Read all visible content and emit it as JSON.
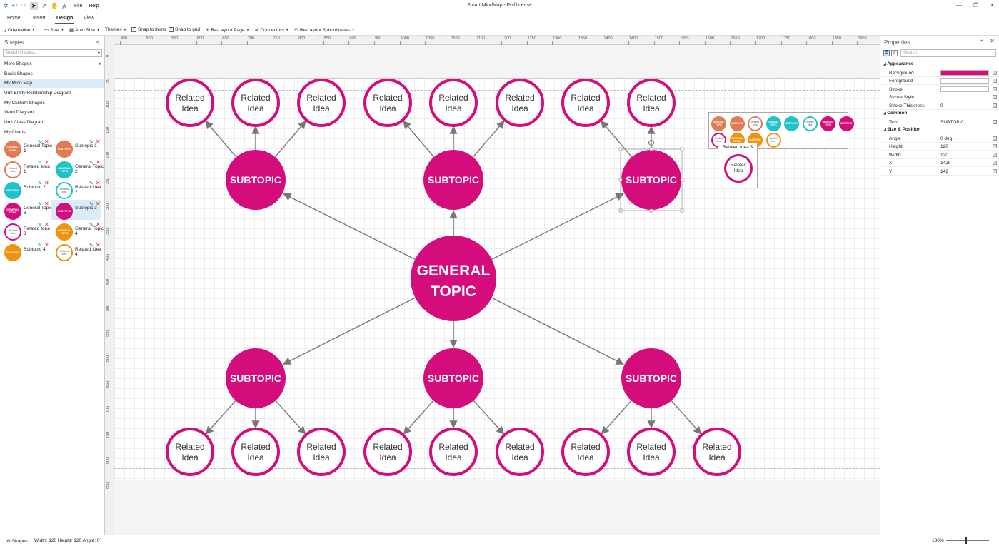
{
  "window": {
    "title": "Smart MindMap - Full license",
    "menu_file": "File",
    "menu_help": "Help",
    "text_tool": "A"
  },
  "ribbon_tabs": [
    {
      "label": "Home"
    },
    {
      "label": "Insert"
    },
    {
      "label": "Design"
    },
    {
      "label": "View"
    }
  ],
  "toolbar": {
    "orientation": "Orientation",
    "size": "Size",
    "auto_size": "Auto Size",
    "themes": "Themes",
    "snap_items": "Snap to items",
    "snap_grid": "Snap to grid",
    "relayout_page": "Re-Layout Page",
    "connectors": "Connectors",
    "relayout_subordinates": "Re-Layout Subordinates"
  },
  "shapes_panel": {
    "title": "Shapes",
    "search_placeholder": "Search shapes...",
    "categories": [
      {
        "label": "More Shapes"
      },
      {
        "label": "Basic Shapes"
      },
      {
        "label": "My Mind Map"
      },
      {
        "label": "Uml Entity Relationship Diagram"
      },
      {
        "label": "My Custom Shapes"
      },
      {
        "label": "Venn Diagram"
      },
      {
        "label": "Uml Class Diagram"
      },
      {
        "label": "My Charts"
      }
    ],
    "items": [
      {
        "label": "General Topic 1",
        "thumb": "GENERAL TOPIC",
        "color": "#e07b52",
        "style": "fill"
      },
      {
        "label": "Subtopic 1",
        "thumb": "SUBTOPIC",
        "color": "#e07b52",
        "style": "fill"
      },
      {
        "label": "Related Idea 1",
        "thumb": "Related Idea",
        "color": "#e07b52",
        "style": "ring"
      },
      {
        "label": "General Topic 2",
        "thumb": "GENERAL TOPIC",
        "color": "#1cc3c8",
        "style": "fill"
      },
      {
        "label": "Subtopic 2",
        "thumb": "SUBTOPIC",
        "color": "#1cc3c8",
        "style": "fill"
      },
      {
        "label": "Related Idea 2",
        "thumb": "Related Idea",
        "color": "#1cc3c8",
        "style": "ring"
      },
      {
        "label": "General Topic 3",
        "thumb": "GENERAL TOPIC",
        "color": "#d40c7c",
        "style": "fill"
      },
      {
        "label": "Subtopic 3",
        "thumb": "SUBTOPIC",
        "color": "#d40c7c",
        "style": "fill"
      },
      {
        "label": "Related Idea 3",
        "thumb": "Related Idea",
        "color": "#d40c7c",
        "style": "ring"
      },
      {
        "label": "General Topic 4",
        "thumb": "GENERAL TOPIC",
        "color": "#f0920c",
        "style": "fill"
      },
      {
        "label": "Subtopic 4",
        "thumb": "SUBTOPIC",
        "color": "#f0920c",
        "style": "fill"
      },
      {
        "label": "Related Idea 4",
        "thumb": "Related Idea",
        "color": "#f0920c",
        "style": "ring"
      }
    ]
  },
  "ruler": {
    "h_ticks": [
      "450",
      "500",
      "550",
      "600",
      "650",
      "700",
      "750",
      "800",
      "850",
      "900",
      "950",
      "1000",
      "1050",
      "1100",
      "1150",
      "1200",
      "1250",
      "1300",
      "1350",
      "1400",
      "1450",
      "1500",
      "1550",
      "1600",
      "1650",
      "1700",
      "1750",
      "1800",
      "1850",
      "1900"
    ],
    "v_ticks": [
      "0",
      "50",
      "100",
      "150",
      "200",
      "250",
      "300",
      "350",
      "400",
      "450",
      "500",
      "550",
      "600",
      "650",
      "700",
      "750",
      "800",
      "850"
    ]
  },
  "mindmap": {
    "accent": "#d40c7c",
    "line_color": "#777777",
    "general": {
      "line1": "GENERAL",
      "line2": "TOPIC"
    },
    "subtopic_label": "SUBTOPIC",
    "related": {
      "line1": "Related",
      "line2": "Idea"
    }
  },
  "popup": {
    "tooltip_title": "Related Idea 3",
    "tooltip_line1": "Related",
    "tooltip_line2": "Idea"
  },
  "properties": {
    "title": "Properties",
    "search_placeholder": "Search",
    "groups": [
      {
        "name": "Appearance",
        "rows": [
          {
            "name": "Background",
            "value": "",
            "swatch": "#d40c7c"
          },
          {
            "name": "Foreground",
            "value": "",
            "swatch": "#ffffff"
          },
          {
            "name": "Stroke",
            "value": "",
            "swatch": "#ffffff"
          },
          {
            "name": "Stroke Style",
            "value": ""
          },
          {
            "name": "Stroke Thickness",
            "value": "0"
          }
        ]
      },
      {
        "name": "Common",
        "rows": [
          {
            "name": "Text",
            "value": "SUBTOPIC"
          }
        ]
      },
      {
        "name": "Size & Position",
        "rows": [
          {
            "name": "Angle",
            "value": "0 deg."
          },
          {
            "name": "Height",
            "value": "120"
          },
          {
            "name": "Width",
            "value": "120"
          },
          {
            "name": "X",
            "value": "1429"
          },
          {
            "name": "Y",
            "value": "142"
          }
        ]
      }
    ]
  },
  "status": {
    "shapes": "Shapes",
    "info": "Width: 120  Height: 120  Angle: 0°",
    "zoom": "130%"
  }
}
